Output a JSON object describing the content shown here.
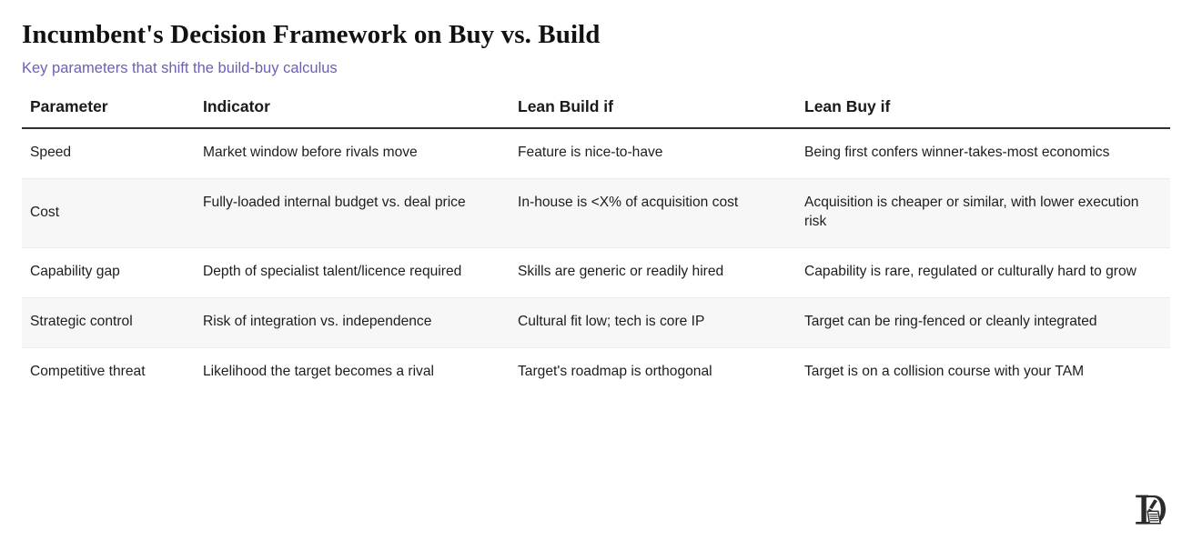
{
  "header": {
    "title": "Incumbent's Decision Framework on Buy vs. Build",
    "subtitle": "Key parameters that shift the build-buy calculus",
    "subtitle_color": "#6f5fb3",
    "title_color": "#111111"
  },
  "table": {
    "columns": [
      "Parameter",
      "Indicator",
      "Lean Build if",
      "Lean Buy if"
    ],
    "rows": [
      {
        "parameter": "Speed",
        "indicator": "Market window before rivals move",
        "lean_build_if": "Feature is nice-to-have",
        "lean_buy_if": "Being first confers winner-takes-most economics",
        "shaded": false
      },
      {
        "parameter": "Cost",
        "indicator": "Fully-loaded internal budget vs. deal price",
        "lean_build_if": "In-house is <X% of acquisition cost",
        "lean_buy_if": "Acquisition is cheaper or similar, with lower execution risk",
        "shaded": true
      },
      {
        "parameter": "Capability gap",
        "indicator": "Depth of specialist talent/licence required",
        "lean_build_if": "Skills are generic or readily hired",
        "lean_buy_if": "Capability is rare, regulated or culturally hard to grow",
        "shaded": false
      },
      {
        "parameter": "Strategic control",
        "indicator": "Risk of integration vs. independence",
        "lean_build_if": "Cultural fit low; tech is core IP",
        "lean_buy_if": "Target can be ring-fenced or cleanly integrated",
        "shaded": true
      },
      {
        "parameter": "Competitive threat",
        "indicator": "Likelihood the target becomes a rival",
        "lean_build_if": "Target's roadmap is orthogonal",
        "lean_buy_if": "Target is on a collision course with your TAM",
        "shaded": false
      }
    ],
    "row_shade_color": "#f7f7f7",
    "header_rule_color": "#2f2f2f",
    "row_divider_color": "#ececec"
  },
  "footer": {
    "logo_name": "publisher-monogram-logo",
    "logo_color": "#2b2b2b"
  }
}
